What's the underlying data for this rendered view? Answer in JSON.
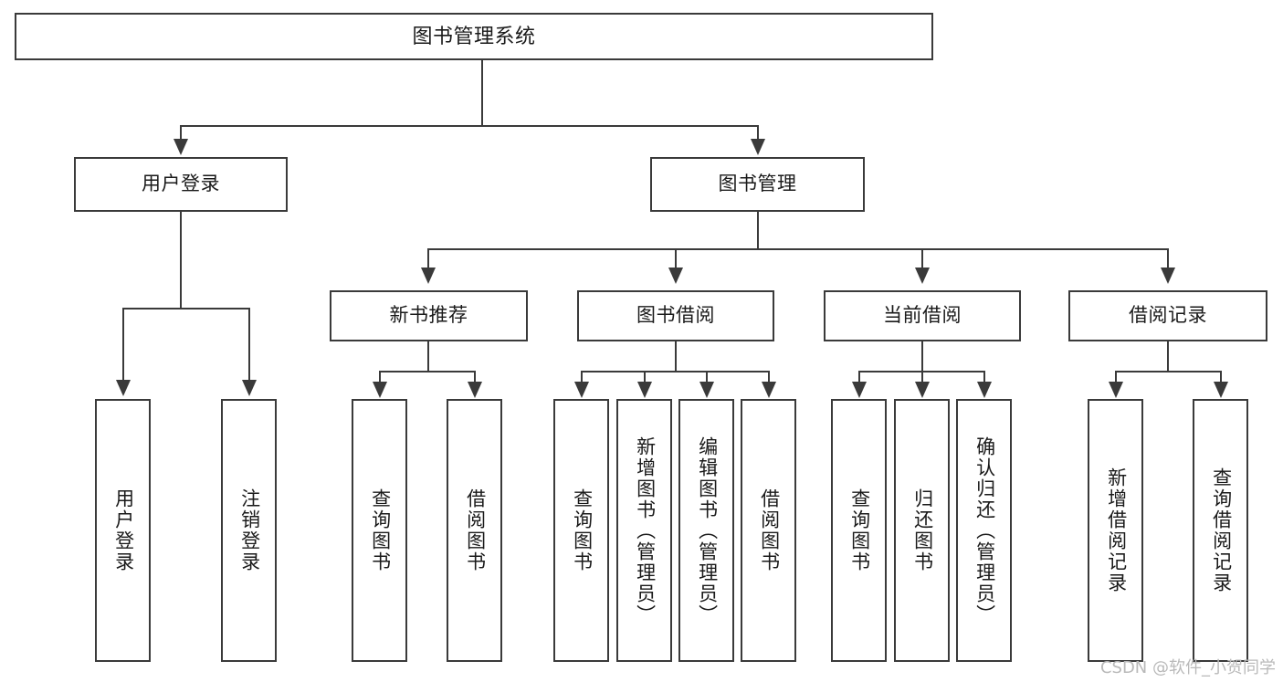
{
  "diagram": {
    "title": "图书管理系统",
    "type": "tree-hierarchy-diagram",
    "root": {
      "label": "图书管理系统"
    },
    "level2": [
      {
        "label": "用户登录"
      },
      {
        "label": "图书管理"
      }
    ],
    "level3": [
      {
        "label": "新书推荐"
      },
      {
        "label": "图书借阅"
      },
      {
        "label": "当前借阅"
      },
      {
        "label": "借阅记录"
      }
    ],
    "leaves": {
      "user_login": [
        {
          "label": "用户登录"
        },
        {
          "label": "注销登录"
        }
      ],
      "new_book_recommend": [
        {
          "label": "查询图书"
        },
        {
          "label": "借阅图书"
        }
      ],
      "book_borrow": [
        {
          "label": "查询图书"
        },
        {
          "label": "新增图书（管理员）"
        },
        {
          "label": "编辑图书（管理员）"
        },
        {
          "label": "借阅图书"
        }
      ],
      "current_borrow": [
        {
          "label": "查询图书"
        },
        {
          "label": "归还图书"
        },
        {
          "label": "确认归还（管理员）"
        }
      ],
      "borrow_record": [
        {
          "label": "新增借阅记录"
        },
        {
          "label": "查询借阅记录"
        }
      ]
    }
  },
  "watermark": {
    "text": "CSDN @软件_小贺同学"
  },
  "colors": {
    "stroke": "#3a3a3a",
    "background": "#ffffff",
    "text": "#1a1a1a",
    "watermark": "#b9b9b9"
  }
}
